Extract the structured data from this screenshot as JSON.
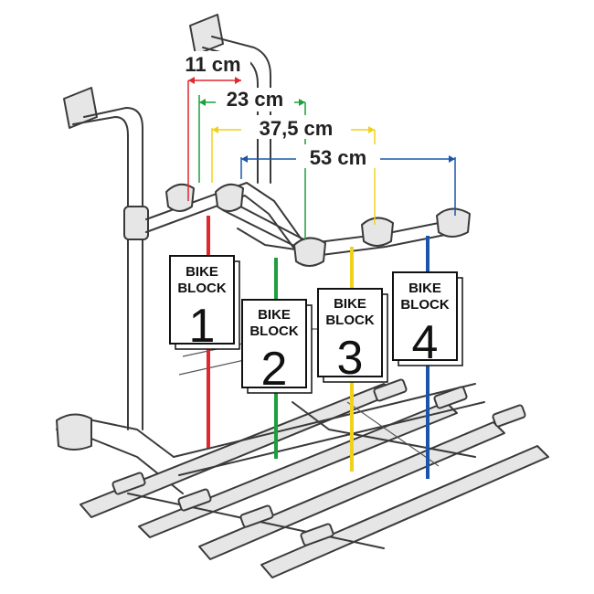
{
  "colors": {
    "block1": "#e2262d",
    "block2": "#1e9e3c",
    "block3": "#f0d21e",
    "block4": "#1a56a8",
    "text": "#222222"
  },
  "dimensions": [
    {
      "id": "d1",
      "label": "11 cm",
      "color_key": "block1"
    },
    {
      "id": "d2",
      "label": "23 cm",
      "color_key": "block2"
    },
    {
      "id": "d3",
      "label": "37,5 cm",
      "color_key": "block3"
    },
    {
      "id": "d4",
      "label": "53 cm",
      "color_key": "block4"
    }
  ],
  "blocks": [
    {
      "line1": "BIKE",
      "line2": "BLOCK",
      "number": "1"
    },
    {
      "line1": "BIKE",
      "line2": "BLOCK",
      "number": "2"
    },
    {
      "line1": "BIKE",
      "line2": "BLOCK",
      "number": "3"
    },
    {
      "line1": "BIKE",
      "line2": "BLOCK",
      "number": "4"
    }
  ]
}
